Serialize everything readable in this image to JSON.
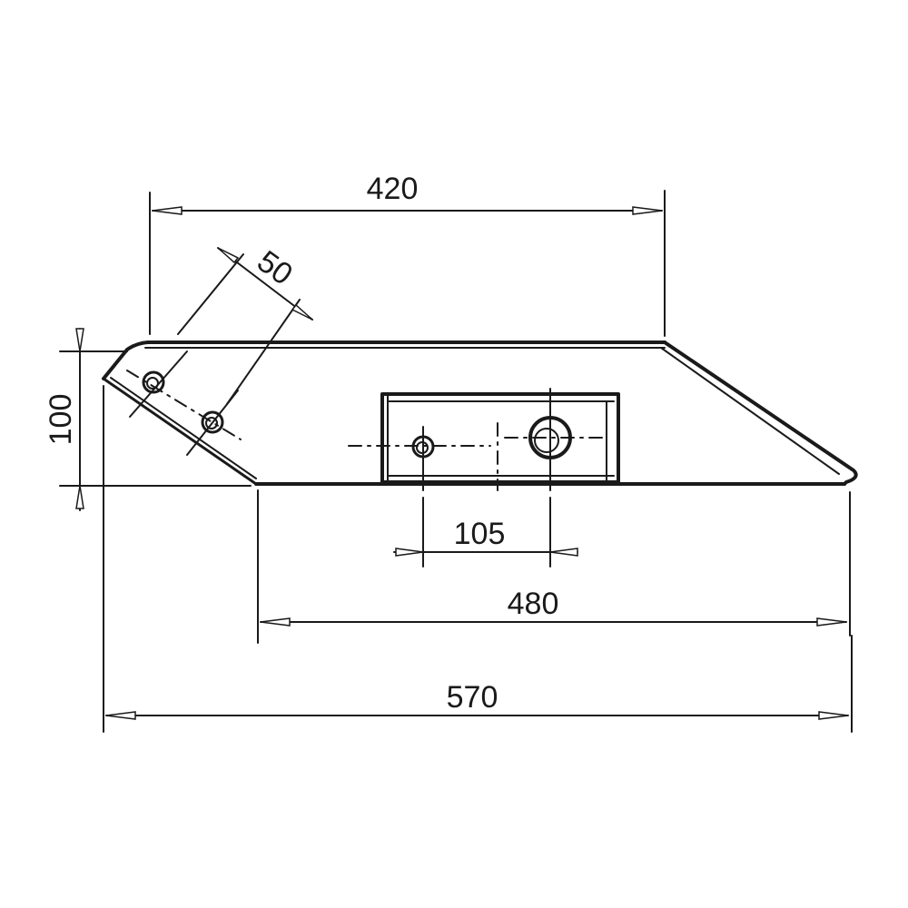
{
  "dimensions": {
    "top_length": "420",
    "hole_spacing_diagonal": "50",
    "height": "100",
    "slot_hole_spacing": "105",
    "bottom_length": "480",
    "overall_length": "570"
  }
}
